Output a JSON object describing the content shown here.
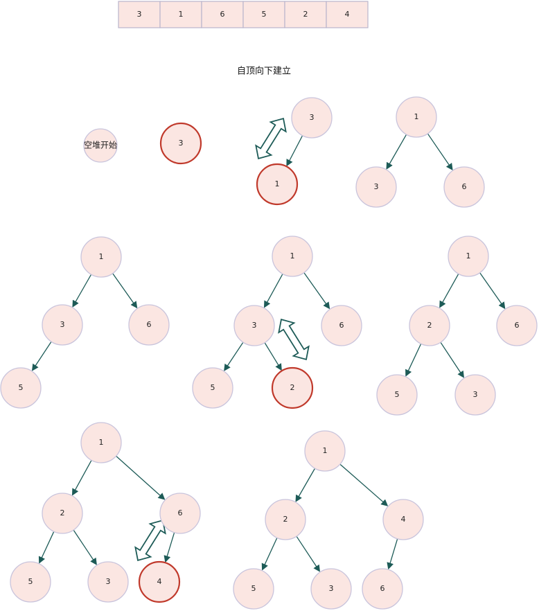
{
  "array": [
    "3",
    "1",
    "6",
    "5",
    "2",
    "4"
  ],
  "title": "自顶向下建立",
  "empty_label": "空堆开始",
  "steps": [
    {
      "nodes": [
        "3"
      ],
      "highlight": [
        0
      ]
    },
    {
      "nodes": [
        "3",
        "1"
      ],
      "highlight": [
        1
      ],
      "swap": true
    },
    {
      "nodes": [
        "1",
        "3",
        "6"
      ],
      "highlight": []
    },
    {
      "nodes": [
        "1",
        "3",
        "6",
        "5"
      ],
      "highlight": []
    },
    {
      "nodes": [
        "1",
        "3",
        "6",
        "5",
        "2"
      ],
      "highlight": [
        4
      ],
      "swap": true
    },
    {
      "nodes": [
        "1",
        "2",
        "6",
        "5",
        "3"
      ],
      "highlight": []
    },
    {
      "nodes": [
        "1",
        "2",
        "6",
        "5",
        "3",
        "4"
      ],
      "highlight": [
        5
      ],
      "swap": true
    },
    {
      "nodes": [
        "1",
        "2",
        "4",
        "5",
        "3",
        "6"
      ],
      "highlight": []
    }
  ],
  "colors": {
    "node_fill": "#fbe6e2",
    "node_stroke": "#c9c4dc",
    "highlight_stroke": "#c0392b",
    "edge": "#1d5b57"
  }
}
